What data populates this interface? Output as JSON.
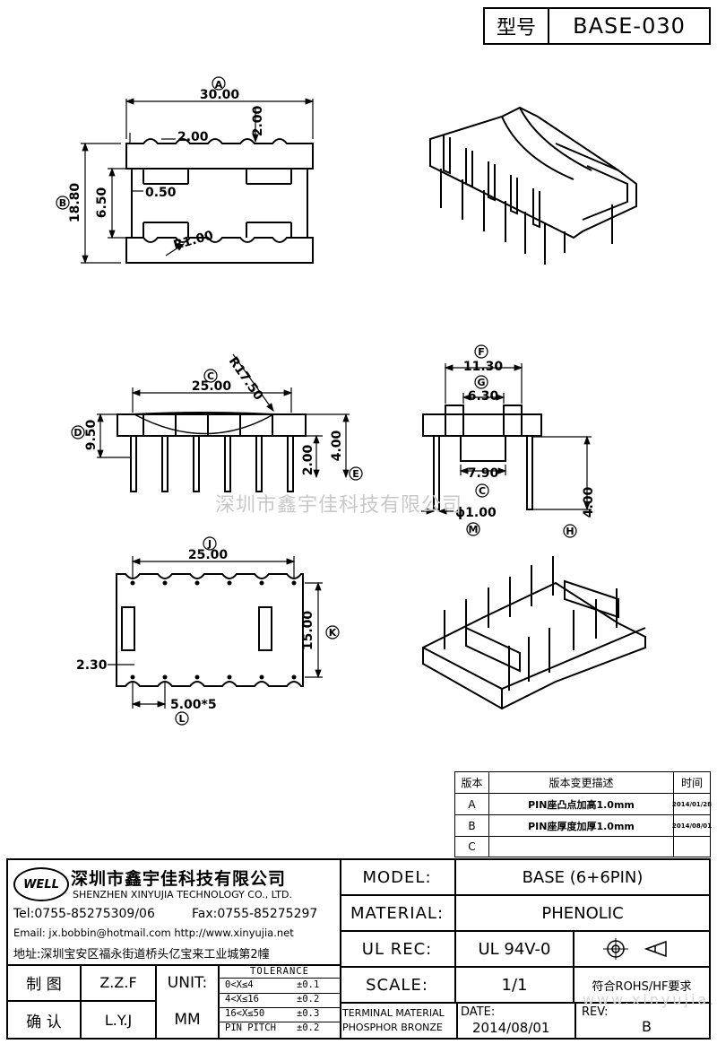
{
  "header": {
    "type_label": "型号",
    "type_value": "BASE-030"
  },
  "dimensions": {
    "A": "A",
    "B": "B",
    "C": "C",
    "D": "D",
    "E": "E",
    "F": "F",
    "G": "G",
    "H": "H",
    "J": "J",
    "K": "K",
    "L": "L",
    "M": "M",
    "d_30": "30.00",
    "d_2a": "2.00",
    "d_2b": "2.00",
    "d_1880": "18.80",
    "d_650": "6.50",
    "d_050": "0.50",
    "d_r1": "R1.00",
    "d_r1750": "R17.50",
    "d_25a": "25.00",
    "d_950": "9.50",
    "d_4a": "4.00",
    "d_2c": "2.00",
    "d_1130": "11.30",
    "d_630": "6.30",
    "d_790": "7.90",
    "d_phi1": "ϕ1.00",
    "d_4b": "4.00",
    "d_25b": "25.00",
    "d_15": "15.00",
    "d_230": "2.30",
    "d_500": "5.00*5"
  },
  "watermark": "深圳市鑫宇佳科技有限公司",
  "website_mark": "www.xinyujia.net",
  "revisions": {
    "headers": [
      "版本",
      "版本变更描述",
      "时间"
    ],
    "rows": [
      {
        "ver": "A",
        "desc": "PIN座凸点加高1.0mm",
        "date": "2014/01/28"
      },
      {
        "ver": "B",
        "desc": "PIN座厚度加厚1.0mm",
        "date": "2014/08/01"
      },
      {
        "ver": "C",
        "desc": "",
        "date": ""
      }
    ]
  },
  "company": {
    "logo_text": "WELL",
    "name_cn": "深圳市鑫宇佳科技有限公司",
    "name_en": "SHENZHEN XINYUJIA TECHNOLOGY CO., LTD.",
    "tel": "Tel:0755-85275309/06",
    "fax": "Fax:0755-85275297",
    "email": "Email: jx.bobbin@hotmail.com http://www.xinyujia.net",
    "address": "地址:深圳宝安区福永街道桥头亿宝来工业城第2幢"
  },
  "sign": {
    "draw_label": "制 图",
    "draw_value": "Z.Z.F",
    "check_label": "确 认",
    "check_value": "L.Y.J",
    "unit_label": "UNIT:",
    "unit_value": "MM"
  },
  "tolerance": {
    "title": "TOLERANCE",
    "rows": [
      {
        "range": "0<X≤4",
        "tol": "±0.1"
      },
      {
        "range": "4<X≤16",
        "tol": "±0.2"
      },
      {
        "range": "16<X≤50",
        "tol": "±0.3"
      },
      {
        "range": "PIN PITCH",
        "tol": "±0.2"
      }
    ]
  },
  "spec": {
    "model_label": "MODEL:",
    "model_value": "BASE (6+6PIN)",
    "material_label": "MATERIAL:",
    "material_value": "PHENOLIC",
    "ul_label": "UL REC:",
    "ul_value": "UL 94V-0",
    "scale_label": "SCALE:",
    "scale_value": "1/1",
    "rohs": "符合ROHS/HF要求",
    "terminal_label": "TERMINAL MATERIAL",
    "terminal_value": "PHOSPHOR BRONZE",
    "date_label": "DATE:",
    "date_value": "2014/08/01",
    "rev_label": "REV:",
    "rev_value": "B"
  }
}
